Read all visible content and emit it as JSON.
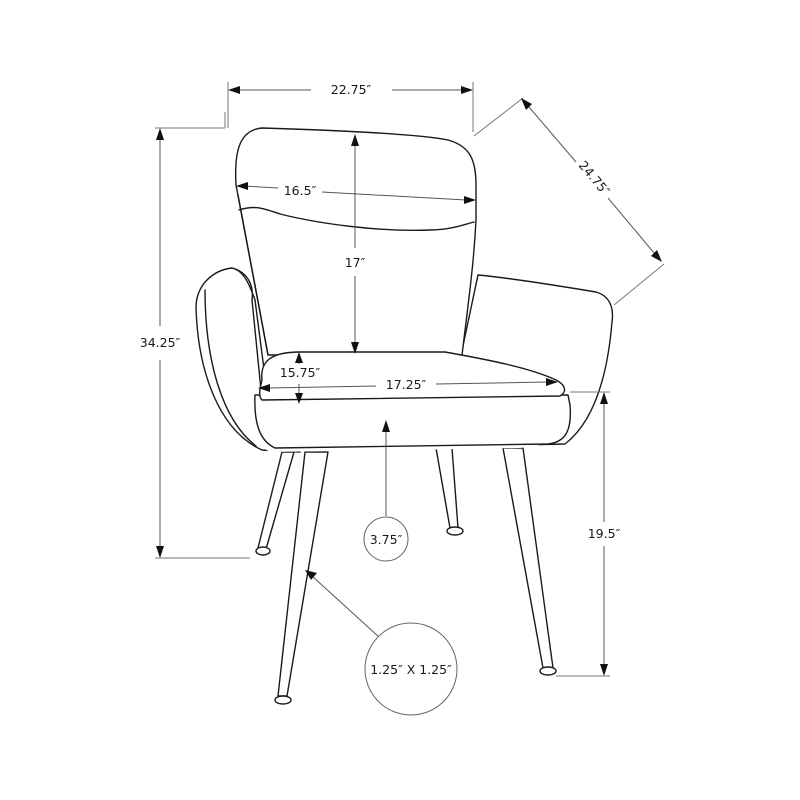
{
  "diagram": {
    "subject": "Armchair dimension drawing",
    "colors": {
      "line": "#1a1a1a",
      "dimension": "#555555",
      "background": "#ffffff"
    },
    "dimensions": {
      "overall_width": "22.75″",
      "overall_depth": "24.75″",
      "overall_height": "34.25″",
      "backrest_width": "16.5″",
      "backrest_height": "17″",
      "seat_thickness": "15.75″",
      "seat_width": "17.25″",
      "seat_height": "19.5″",
      "seat_to_leg_callout": "3.75″",
      "leg_size_callout": "1.25″ X 1.25″"
    }
  }
}
